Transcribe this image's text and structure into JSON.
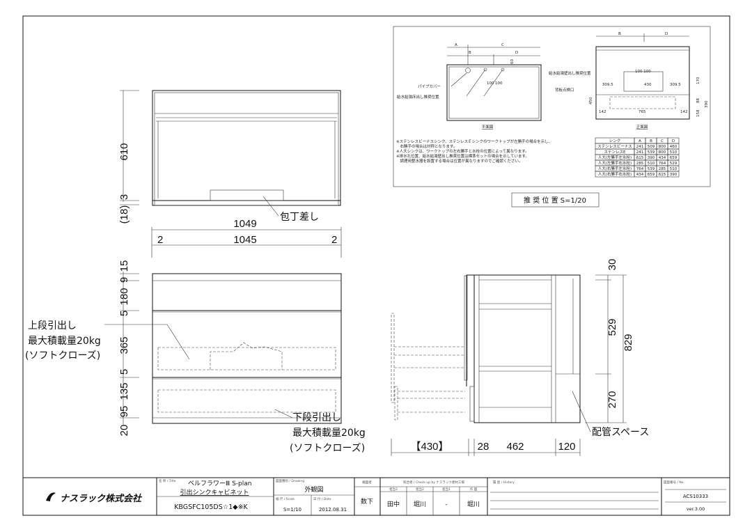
{
  "top_view": {
    "label_knife": "包丁差し",
    "dim_610": "610",
    "dim_3": "3",
    "dim_18": "(18)",
    "dim_1049": "1049",
    "dim_1045": "1045",
    "dim_2a": "2",
    "dim_2b": "2"
  },
  "front_view": {
    "dims": [
      "15",
      "9",
      "180",
      "5",
      "365",
      "5",
      "135",
      "95",
      "20"
    ],
    "upper_drawer": [
      "上段引出し",
      "最大積載量20kg",
      "(ソフトクローズ)"
    ],
    "lower_drawer": [
      "下段引出し",
      "最大積載量20kg",
      "(ソフトクローズ)"
    ]
  },
  "side_view": {
    "dim_30": "30",
    "dim_529": "529",
    "dim_829": "829",
    "dim_270": "270",
    "dim_430": "【430】",
    "dim_28": "28",
    "dim_462": "462",
    "dim_120": "120",
    "pipe_space": "配管スペース"
  },
  "inset": {
    "plan_title": "平面図",
    "front_title": "正面図",
    "pipe_cover": "パイプカバー",
    "floor_outlet": "給水給湯床出し推奨位置",
    "wall_outlet": "給水給湯壁出し推奨位置",
    "inspection": "背板点検口",
    "dims_plan": {
      "A": "A",
      "B": "B",
      "C": "C",
      "D": "D",
      "d60": "60",
      "d100a": "100",
      "d100b": "100"
    },
    "dims_front": {
      "d100": "100 100",
      "d309a": "309.5",
      "d430": "430",
      "d309b": "309.5",
      "d765": "765",
      "d142a": "142",
      "d142b": "142",
      "d450": "450",
      "d170": "170",
      "d390": "390",
      "d88": "88",
      "d158": "158",
      "B": "B",
      "D": "D"
    },
    "notes": [
      "※ステンレスビーナスシンク、ステンレスＥシンクのワークトップが左勝手の場合を示し、",
      "　右勝手の場合は対称となります。",
      "※人大シンクは、ワークトップの左右勝手と水栓の位置によって異なります。",
      "※排水孔位置、給水給湯壁出し推奨位置は標準セットの場合を示しています。",
      "　調理用整水器を設置する場合は位置が異なりますのでご確認ください。"
    ],
    "table": {
      "headers": [
        "シンク",
        "A",
        "B",
        "C",
        "D"
      ],
      "rows": [
        [
          "ステンレスビーナス",
          "241",
          "509",
          "800",
          "460"
        ],
        [
          "ステンレスE",
          "241",
          "539",
          "800",
          "510"
        ],
        [
          "人大(左勝手左水栓)",
          "615",
          "390",
          "434",
          "659"
        ],
        [
          "人大(左勝手右水栓)",
          "285",
          "510",
          "764",
          "529"
        ],
        [
          "人大(右勝手左水栓)",
          "764",
          "539",
          "285",
          "510"
        ],
        [
          "人大(右勝手右水栓)",
          "434",
          "659",
          "615",
          "390"
        ]
      ]
    },
    "caption": "推 奨 位 置  S=1/20"
  },
  "title_block": {
    "company": "ナスラック株式会社",
    "title_label": "名 称 / Title",
    "title_line1": "ベルフラワーⅢ S-plan",
    "title_line2": "引出シンクキャビネット",
    "model": "KBGSFC105DS☆1◆※K",
    "drawing_label": "図面種別 / Drawing",
    "drawing": "外観図",
    "scale_label": "縮 尺 / Scale",
    "scale": "S=1/10",
    "date_label": "日 付 / Date",
    "date": "2012.08.31",
    "drafter_label": "繪図者",
    "drafter": "数下",
    "check_label": "照合者 / Check up by ナスラック建材工場",
    "check_cols": [
      "担当3",
      "担当2",
      "担当1",
      "作 図"
    ],
    "check_vals": [
      "田中",
      "堀川",
      "-",
      "堀川"
    ],
    "history_label": "履 歴 / History",
    "number_label": "図面番号 / No.",
    "number": "ACS10333",
    "version": "ver.3.00"
  }
}
